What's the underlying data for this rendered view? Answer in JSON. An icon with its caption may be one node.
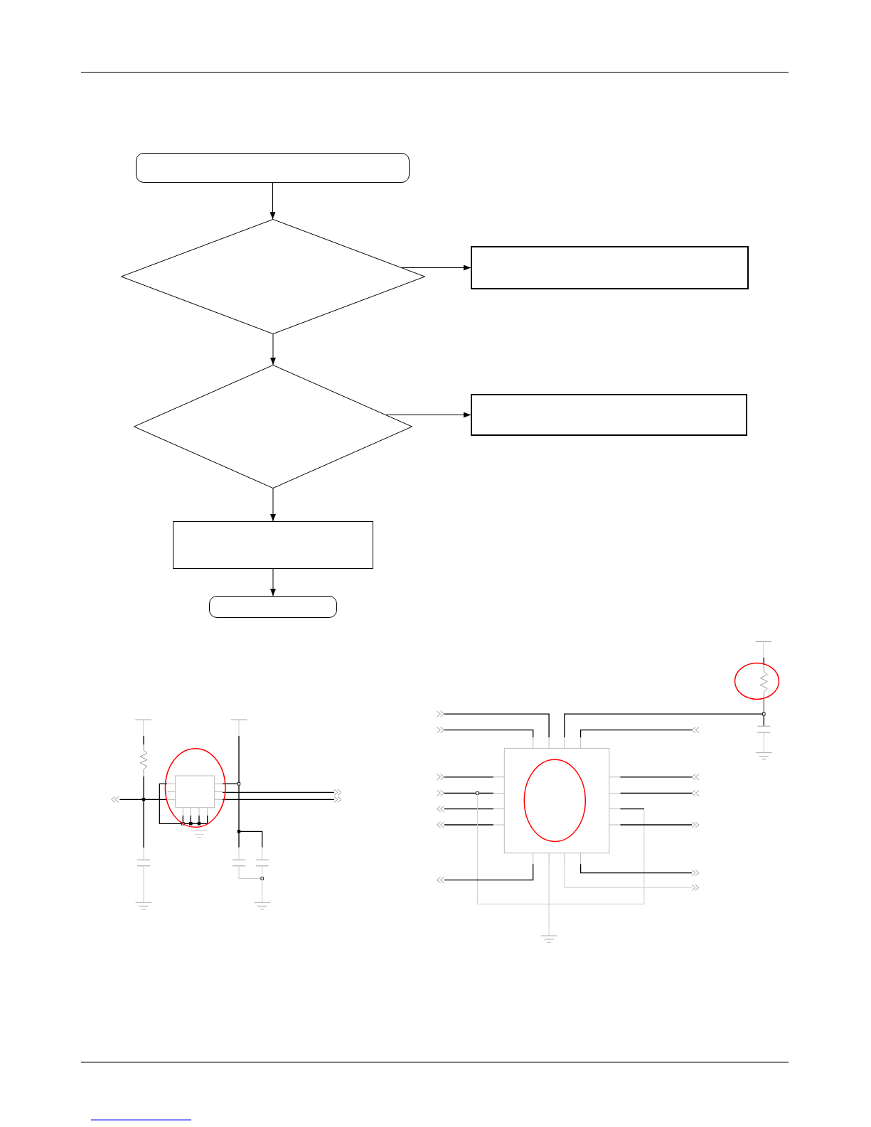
{
  "diagram": {
    "nodes": [
      {
        "text": [],
        "shape": "box"
      },
      {
        "text": [],
        "shape": "diamond"
      },
      {
        "text": [],
        "shape": "box"
      },
      {
        "text": [],
        "shape": "diamond"
      },
      {
        "text": [],
        "shape": "box"
      },
      {
        "text": [],
        "shape": "box"
      },
      {
        "text": [],
        "shape": "box"
      }
    ],
    "edges": [
      {
        "from": 0,
        "to": 1,
        "arrow": "to"
      },
      {
        "from": 1,
        "to": 2,
        "arrow": "to"
      },
      {
        "from": 1,
        "to": 3,
        "arrow": "to"
      },
      {
        "from": 3,
        "to": 4,
        "arrow": "to"
      },
      {
        "from": 3,
        "to": 5,
        "arrow": "to"
      },
      {
        "from": 5,
        "to": 6,
        "arrow": "to"
      }
    ]
  }
}
